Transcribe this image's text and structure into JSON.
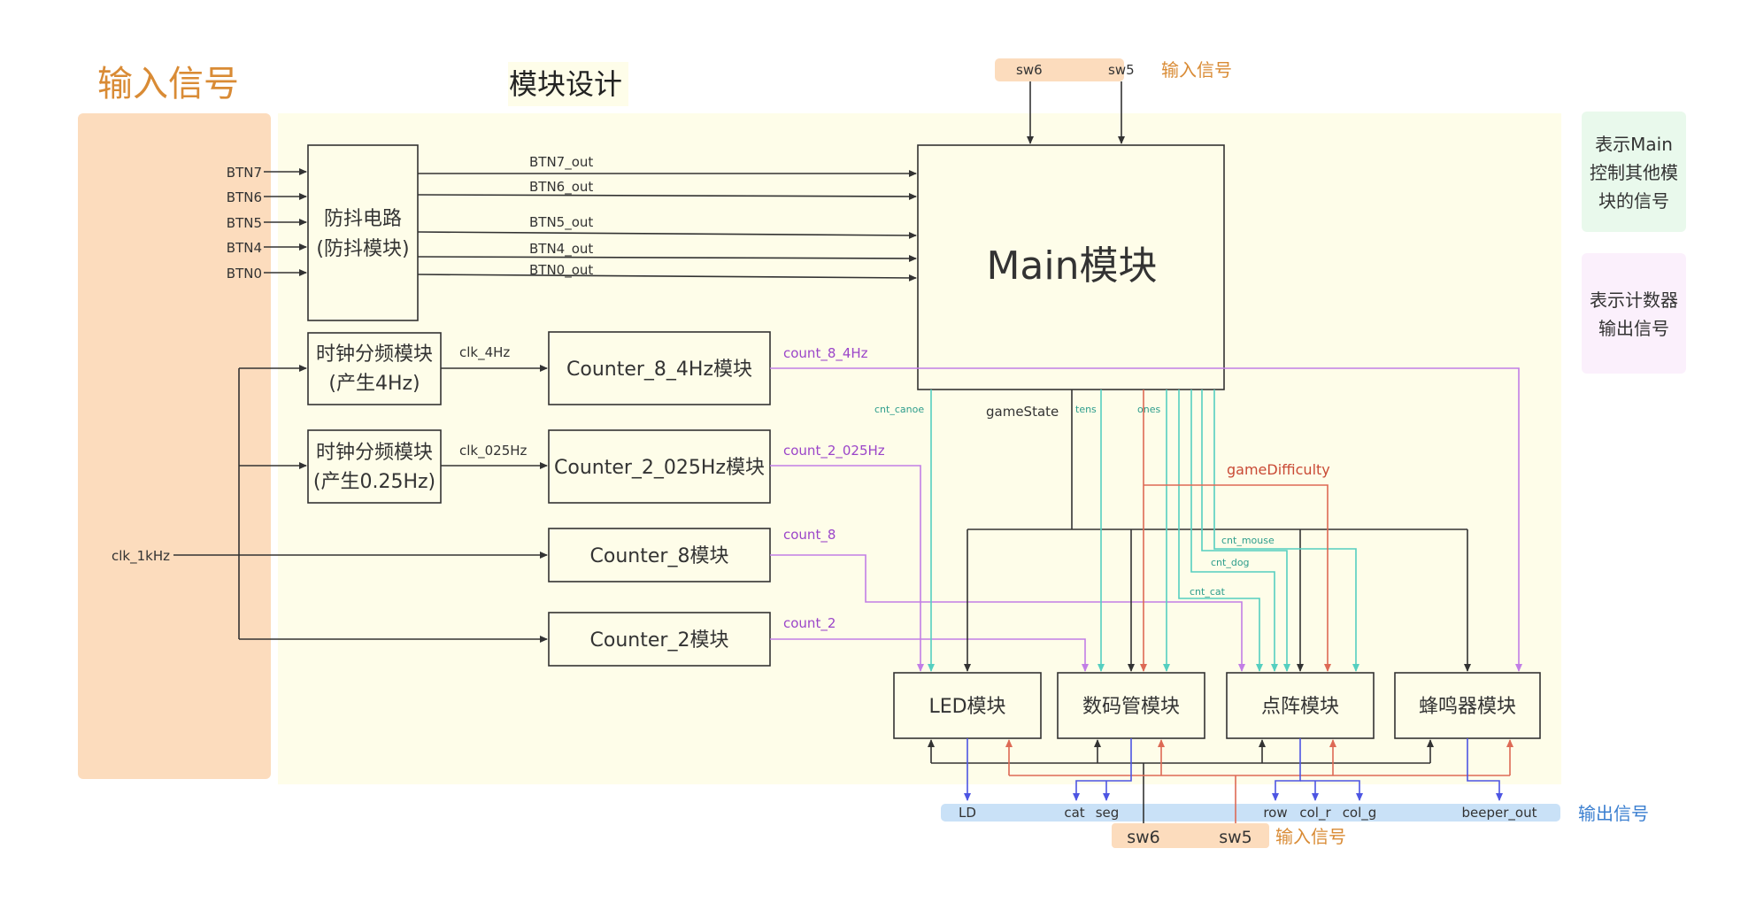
{
  "headings": {
    "input_signals": "输入信号",
    "module_design": "模块设计"
  },
  "inputs": {
    "buttons": [
      "BTN7",
      "BTN6",
      "BTN5",
      "BTN4",
      "BTN0"
    ],
    "clock": "clk_1kHz",
    "top_switches": [
      "sw6",
      "sw5"
    ],
    "top_label": "输入信号",
    "bottom_switches": [
      "sw6",
      "sw5"
    ],
    "bottom_label": "输入信号"
  },
  "modules": {
    "debounce_line1": "防抖电路",
    "debounce_line2": "(防抖模块)",
    "clkdiv4_line1": "时钟分频模块",
    "clkdiv4_line2": "(产生4Hz)",
    "clkdiv025_line1": "时钟分频模块",
    "clkdiv025_line2": "(产生0.25Hz)",
    "counter_8_4hz": "Counter_8_4Hz模块",
    "counter_2_025hz": "Counter_2_025Hz模块",
    "counter_8": "Counter_8模块",
    "counter_2": "Counter_2模块",
    "main": "Main模块",
    "led": "LED模块",
    "segment": "数码管模块",
    "dot_matrix": "点阵模块",
    "buzzer": "蜂鸣器模块"
  },
  "signals": {
    "btn_out": [
      "BTN7_out",
      "BTN6_out",
      "BTN5_out",
      "BTN4_out",
      "BTN0_out"
    ],
    "clk_4hz": "clk_4Hz",
    "clk_025hz": "clk_025Hz",
    "count_8_4hz": "count_8_4Hz",
    "count_2_025hz": "count_2_025Hz",
    "count_8": "count_8",
    "count_2": "count_2",
    "cnt_canoe": "cnt_canoe",
    "game_state": "gameState",
    "tens": "tens",
    "ones": "ones",
    "game_difficulty": "gameDifficulty",
    "cnt_mouse": "cnt_mouse",
    "cnt_dog": "cnt_dog",
    "cnt_cat": "cnt_cat"
  },
  "outputs": {
    "signals": [
      "LD",
      "cat",
      "seg",
      "row",
      "col_r",
      "col_g",
      "beeper_out"
    ],
    "label": "输出信号"
  },
  "legend": {
    "main_control_line1": "表示Main",
    "main_control_line2": "控制其他模",
    "main_control_line3": "块的信号",
    "counter_output_line1": "表示计数器",
    "counter_output_line2": "输出信号"
  },
  "colors": {
    "input_panel": "#fcdcbd",
    "design_panel": "#fefde9",
    "heading_orange": "#d98b35",
    "output_bar": "#c9e1f7",
    "output_label": "#3b7fd0",
    "legend_green": "#e9f9ec",
    "legend_purple": "#fbf0fc",
    "wire_dark": "#333333",
    "wire_purple": "#c27ee6",
    "wire_teal": "#55cfc0",
    "wire_red": "#dd6a55",
    "wire_blue": "#4d55e3"
  }
}
